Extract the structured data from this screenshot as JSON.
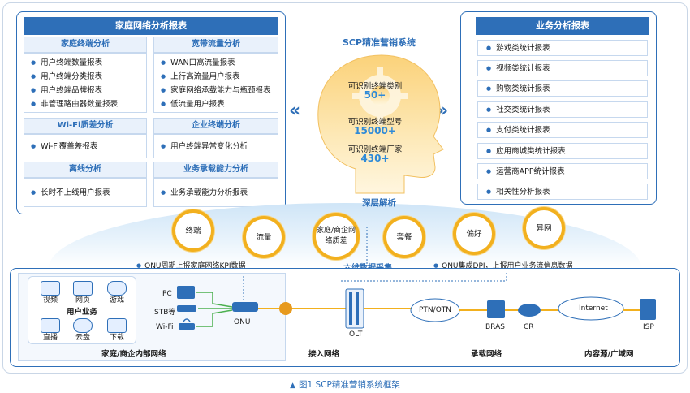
{
  "left_panel": {
    "title": "家庭网络分析报表",
    "sections": [
      {
        "title": "家庭终端分析",
        "items": [
          "用户终端数量报表",
          "用户终端分类报表",
          "用户终端品牌报表",
          "非管理路由器数量报表"
        ]
      },
      {
        "title": "宽带流量分析",
        "items": [
          "WAN口高流量报表",
          "上行高流量用户报表",
          "家庭网络承载能力与瓶颈报表",
          "低流量用户报表"
        ]
      },
      {
        "title": "Wi-Fi质差分析",
        "items": [
          "Wi-Fi覆盖差报表"
        ]
      },
      {
        "title": "企业终端分析",
        "items": [
          "用户终端异常变化分析"
        ]
      },
      {
        "title": "离线分析",
        "items": [
          "长时不上线用户报表"
        ]
      },
      {
        "title": "业务承载能力分析",
        "items": [
          "业务承载能力分析报表"
        ]
      }
    ]
  },
  "right_panel": {
    "title": "业务分析报表",
    "items": [
      "游戏类统计报表",
      "视频类统计报表",
      "购物类统计报表",
      "社交类统计报表",
      "支付类统计报表",
      "应用商城类统计报表",
      "运营商APP统计报表",
      "相关性分析报表"
    ]
  },
  "center": {
    "title": "SCP精准营销系统",
    "stats": [
      {
        "label": "可识别终端类别",
        "value": "50+"
      },
      {
        "label": "可识别终端型号",
        "value": "15000+"
      },
      {
        "label": "可识别终端厂家",
        "value": "430+"
      }
    ],
    "deep_label": "深层解析",
    "chevron_left": "«",
    "chevron_right": "»"
  },
  "dimensions": {
    "items": [
      "终端",
      "流量",
      "家庭/商企网络质差",
      "套餐",
      "偏好",
      "异网"
    ],
    "collect_label": "六维数据采集",
    "left_note": "ONU周期上报家庭网络KPI数据",
    "right_note": "ONU集成DPI，上报用户业务流信息数据"
  },
  "network": {
    "services": [
      "视频",
      "网页",
      "游戏",
      "直播",
      "云盘",
      "下载"
    ],
    "services_label": "用户业务",
    "devices": [
      "PC",
      "STB等",
      "Wi-Fi"
    ],
    "onu": "ONU",
    "olt": "OLT",
    "ptn": "PTN/OTN",
    "bras": "BRAS",
    "cr": "CR",
    "internet": "Internet",
    "isp": "ISP",
    "zones": [
      "家庭/商企内部网络",
      "接入网络",
      "承载网络",
      "内容源/广域网"
    ]
  },
  "caption": {
    "marker": "▲",
    "text": "图1 SCP精准营销系统框架"
  },
  "colors": {
    "accent": "#2e6fb8",
    "highlight": "#f2b01e",
    "number": "#2e8ad8"
  }
}
